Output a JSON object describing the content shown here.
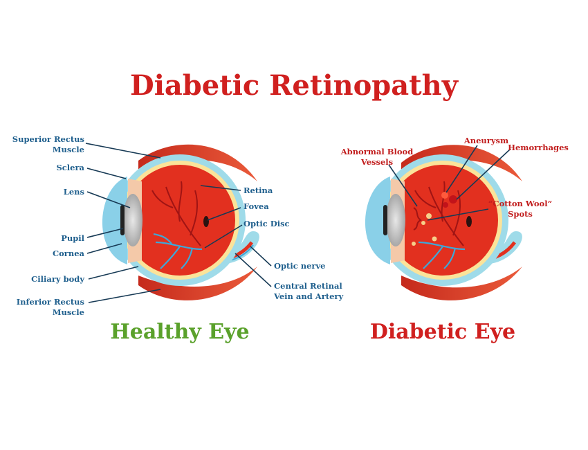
{
  "title": "Diabetic Retinopathy",
  "healthy_eye": {
    "caption": "Healthy Eye",
    "labels": {
      "superior_rectus_1": "Superior Rectus",
      "superior_rectus_2": "Muscle",
      "sclera": "Sclera",
      "lens": "Lens",
      "pupil": "Pupil",
      "cornea": "Cornea",
      "ciliary_body": "Ciliary body",
      "inferior_rectus_1": "Inferior Rectus",
      "inferior_rectus_2": "Muscle",
      "retina": "Retina",
      "fovea": "Fovea",
      "optic_disc": "Optic Disc",
      "optic_nerve": "Optic nerve",
      "central_retinal_1": "Central Retinal",
      "central_retinal_2": "Vein and Artery"
    }
  },
  "diabetic_eye": {
    "caption": "Diabetic Eye",
    "labels": {
      "abnormal_1": "Abnormal Blood",
      "abnormal_2": "Vessels",
      "aneurysm": "Aneurysm",
      "hemorrhages": "Hemorrhages",
      "cotton_1": "“Cotton Wool”",
      "cotton_2": "Spots"
    }
  },
  "colors": {
    "title_red": "#d0201f",
    "healthy_green": "#5aa12b",
    "label_blue": "#1f5f8d",
    "label_red": "#c11d1d",
    "eyeball_red": "#e2301f",
    "sclera_blue": "#9fdbe9",
    "retina_yellow": "#fbe39a",
    "vessel_blue": "#3ea7d8"
  }
}
